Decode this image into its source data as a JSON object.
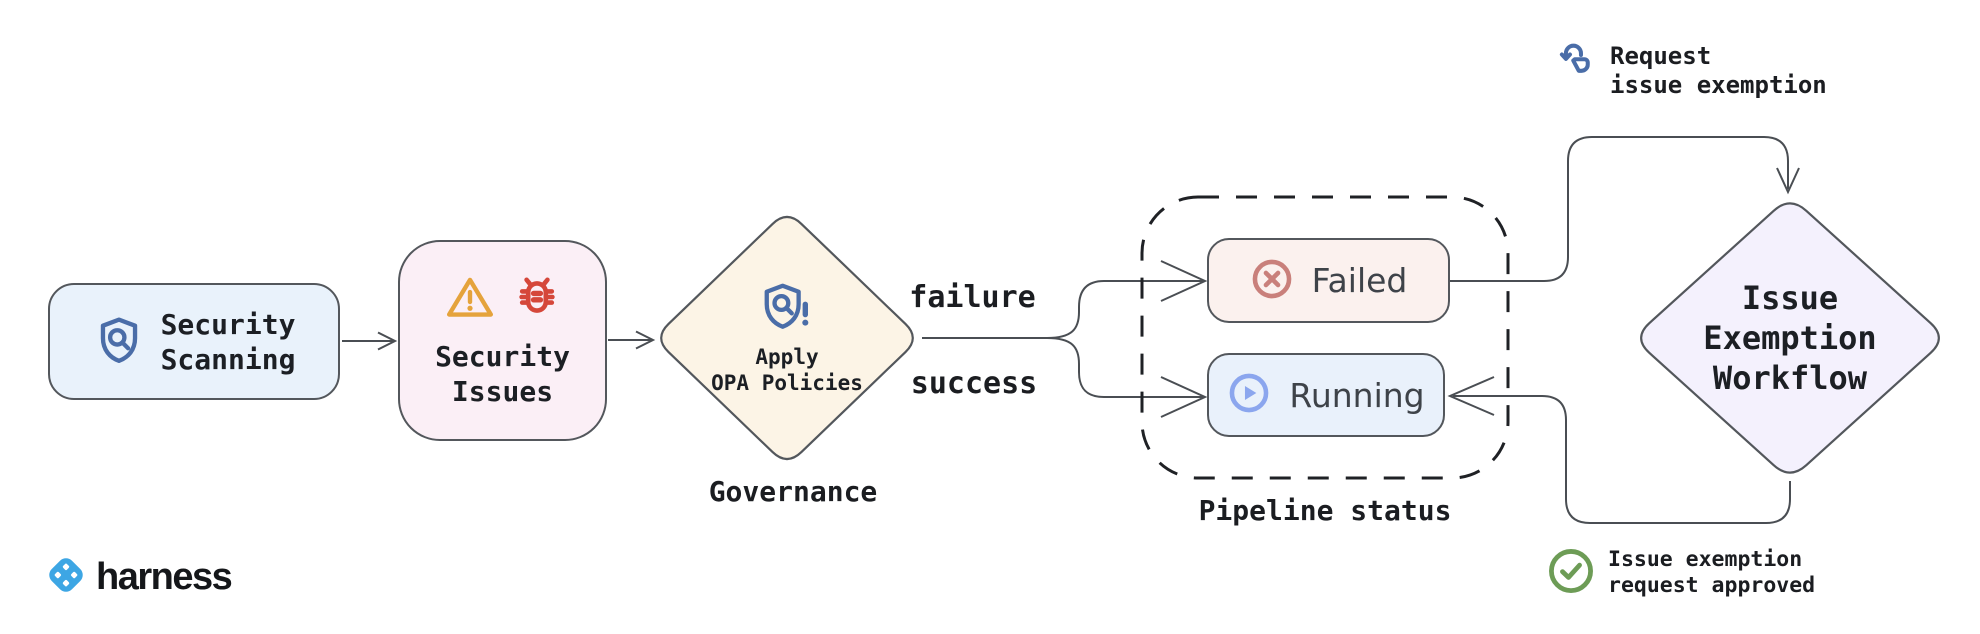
{
  "diagram": {
    "nodes": {
      "security_scanning": {
        "label": "Security\nScanning",
        "icon": "shield-search-icon",
        "fill": "#e9f2fb"
      },
      "security_issues": {
        "label": "Security\nIssues",
        "icons": [
          "warning-triangle-icon",
          "bug-icon"
        ],
        "fill": "#fbeff6"
      },
      "apply_opa": {
        "label": "Apply\nOPA Policies",
        "icon": "shield-alert-icon",
        "shape": "diamond",
        "fill": "#fcf4e6"
      },
      "failed": {
        "label": "Failed",
        "icon": "circle-x-icon",
        "fill": "#fbf1ee"
      },
      "running": {
        "label": "Running",
        "icon": "circle-play-icon",
        "fill": "#e9f1fb"
      },
      "issue_exemption_workflow": {
        "label": "Issue\nExemption\nWorkflow",
        "shape": "diamond",
        "fill": "#f4f1fd"
      }
    },
    "groups": {
      "pipeline_status": {
        "label": "Pipeline status",
        "members": [
          "failed",
          "running"
        ],
        "style": "dashed"
      }
    },
    "captions": {
      "governance": "Governance"
    },
    "edges": [
      {
        "from": "security_scanning",
        "to": "security_issues",
        "label": ""
      },
      {
        "from": "security_issues",
        "to": "apply_opa",
        "label": ""
      },
      {
        "from": "apply_opa",
        "to": "failed",
        "label": "failure"
      },
      {
        "from": "apply_opa",
        "to": "running",
        "label": "success"
      },
      {
        "from": "failed",
        "to": "issue_exemption_workflow",
        "label": "Request\nissue exemption",
        "label_icon": "tap-click-icon"
      },
      {
        "from": "issue_exemption_workflow",
        "to": "running",
        "label": "Issue exemption\nrequest approved",
        "label_icon": "circle-check-icon"
      }
    ]
  },
  "branding": {
    "logo_text": "harness",
    "logo_icon": "harness-logo-icon"
  },
  "colors": {
    "canvas_bg": "#ffffff",
    "node_border": "#53575c",
    "connector": "#4a4e53",
    "dashed_group_border": "#1f2125",
    "shield_blue": "#4a6da8",
    "warning_orange": "#e5a33c",
    "bug_red": "#d5473a",
    "failed_icon_rose": "#c9807b",
    "running_icon_blue": "#8ba6ee",
    "approved_green": "#6d9c56",
    "harness_blue": "#3da6e4",
    "label_text": "#1c1f24",
    "status_text": "#3e4349"
  }
}
